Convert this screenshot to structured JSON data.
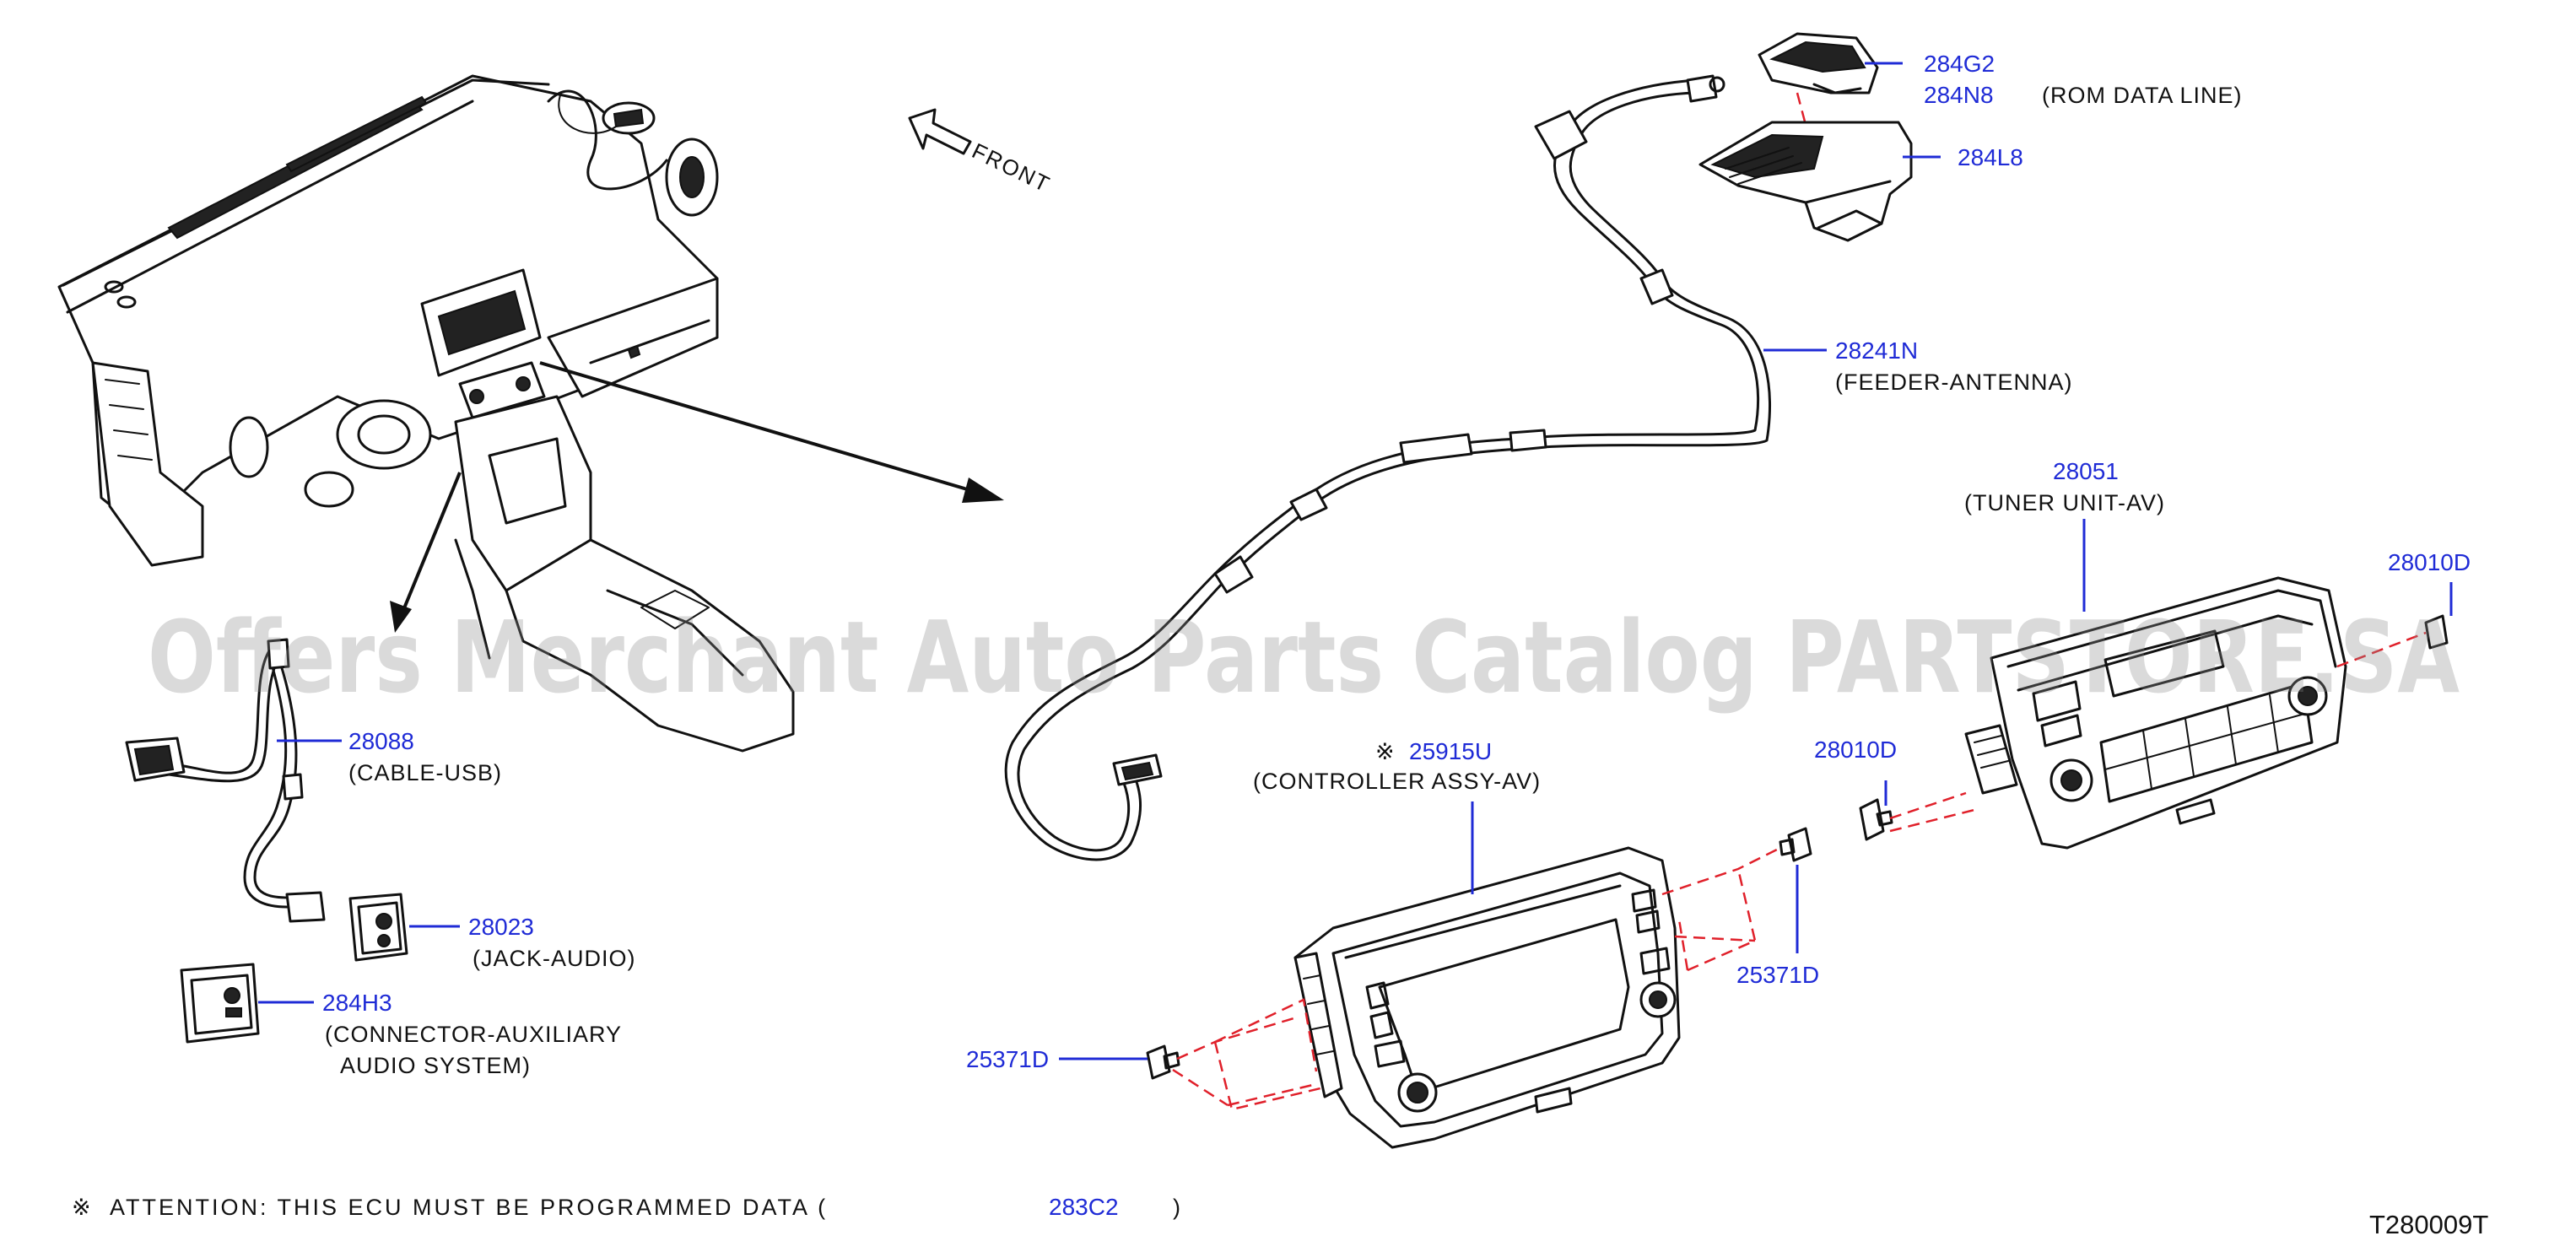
{
  "labels": {
    "p284G2": "284G2",
    "p284N8": "284N8",
    "p284N8_desc": "(ROM   DATA   LINE)",
    "p284L8": "284L8",
    "p28241N": "28241N",
    "p28241N_desc": "(FEEDER-ANTENNA)",
    "p28051": "28051",
    "p28051_desc": "(TUNER   UNIT-AV)",
    "p28010D_a": "28010D",
    "p28010D_b": "28010D",
    "p25915U": "25915U",
    "p25915U_mark": "※",
    "p25915U_desc": "(CONTROLLER   ASSY-AV)",
    "p25371D_a": "25371D",
    "p25371D_b": "25371D",
    "p28088": "28088",
    "p28088_desc": "(CABLE-USB)",
    "p28023": "28023",
    "p28023_desc": "(JACK-AUDIO)",
    "p284H3": "284H3",
    "p284H3_desc1": "(CONNECTOR-AUXILIARY",
    "p284H3_desc2": "AUDIO   SYSTEM)"
  },
  "front_label": "FRONT",
  "note": {
    "mark": "※",
    "text": "ATTENTION:  THIS  ECU  MUST  BE  PROGRAMMED  DATA  (",
    "code": "283C2",
    "close": ")"
  },
  "diagram_id": "T280009T",
  "watermark": "Offers Merchant Auto Parts Catalog PARTSTORE.SA",
  "colors": {
    "part_number": "#1f2bd6",
    "line_art": "#111111",
    "guide_line": "#e0202a",
    "watermark": "#8d8d8d"
  }
}
